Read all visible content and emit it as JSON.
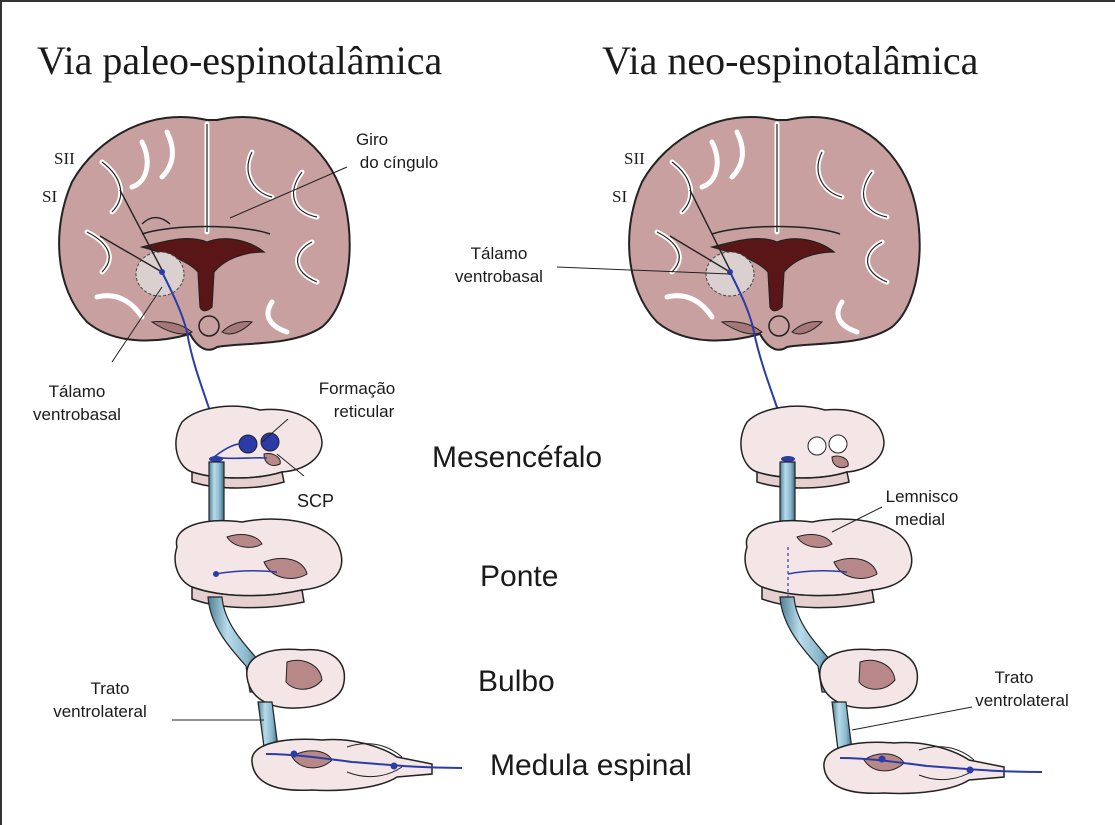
{
  "titles": {
    "left": "Via paleo-espinotalâmica",
    "right": "Via neo-espinotalâmica"
  },
  "left_labels": {
    "sii": "SII",
    "si": "SI",
    "giro_line1": "Giro",
    "giro_line2": "do cíngulo",
    "talamo_line1": "Tálamo",
    "talamo_line2": "ventrobasal",
    "formacao_line1": "Formação",
    "formacao_line2": "reticular",
    "scp": "SCP",
    "trato_line1": "Trato",
    "trato_line2": "ventrolateral"
  },
  "center_labels": {
    "mesencefalo": "Mesencéfalo",
    "ponte": "Ponte",
    "bulbo": "Bulbo",
    "medula": "Medula espinal"
  },
  "right_labels": {
    "sii": "SII",
    "si": "SI",
    "talamo_line1": "Tálamo",
    "talamo_line2": "ventrobasal",
    "lemnisco_line1": "Lemnisco",
    "lemnisco_line2": "medial",
    "trato_line1": "Trato",
    "trato_line2": "ventrolateral"
  },
  "colors": {
    "tissue": "#c8a0a0",
    "tissue_dark": "#8c6262",
    "ventricle": "#5a1616",
    "tract": "#2b3ba8",
    "column": "#8ab8cc",
    "outline": "#222222"
  }
}
